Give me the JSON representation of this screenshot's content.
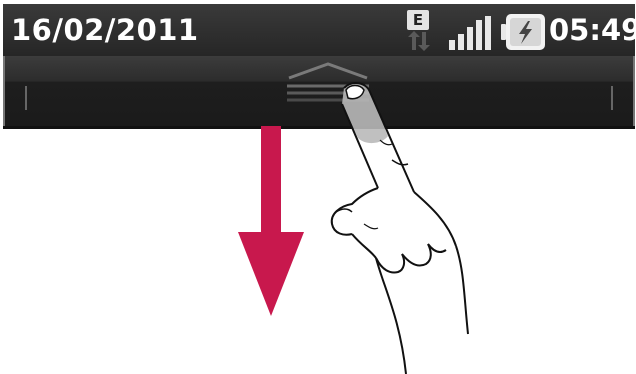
{
  "status_bar": {
    "date": "16/02/2011",
    "time": "05:49",
    "network_type": "E",
    "icons": {
      "data": "data-transfer-icon",
      "signal": "signal-strength-icon",
      "battery": "battery-charging-icon"
    }
  },
  "notification_handle": {
    "icon": "drag-handle-icon"
  },
  "illustration": {
    "arrow": "down-arrow-icon",
    "gesture": "swipe-down-hand-icon",
    "arrow_color": "#c8184d"
  }
}
